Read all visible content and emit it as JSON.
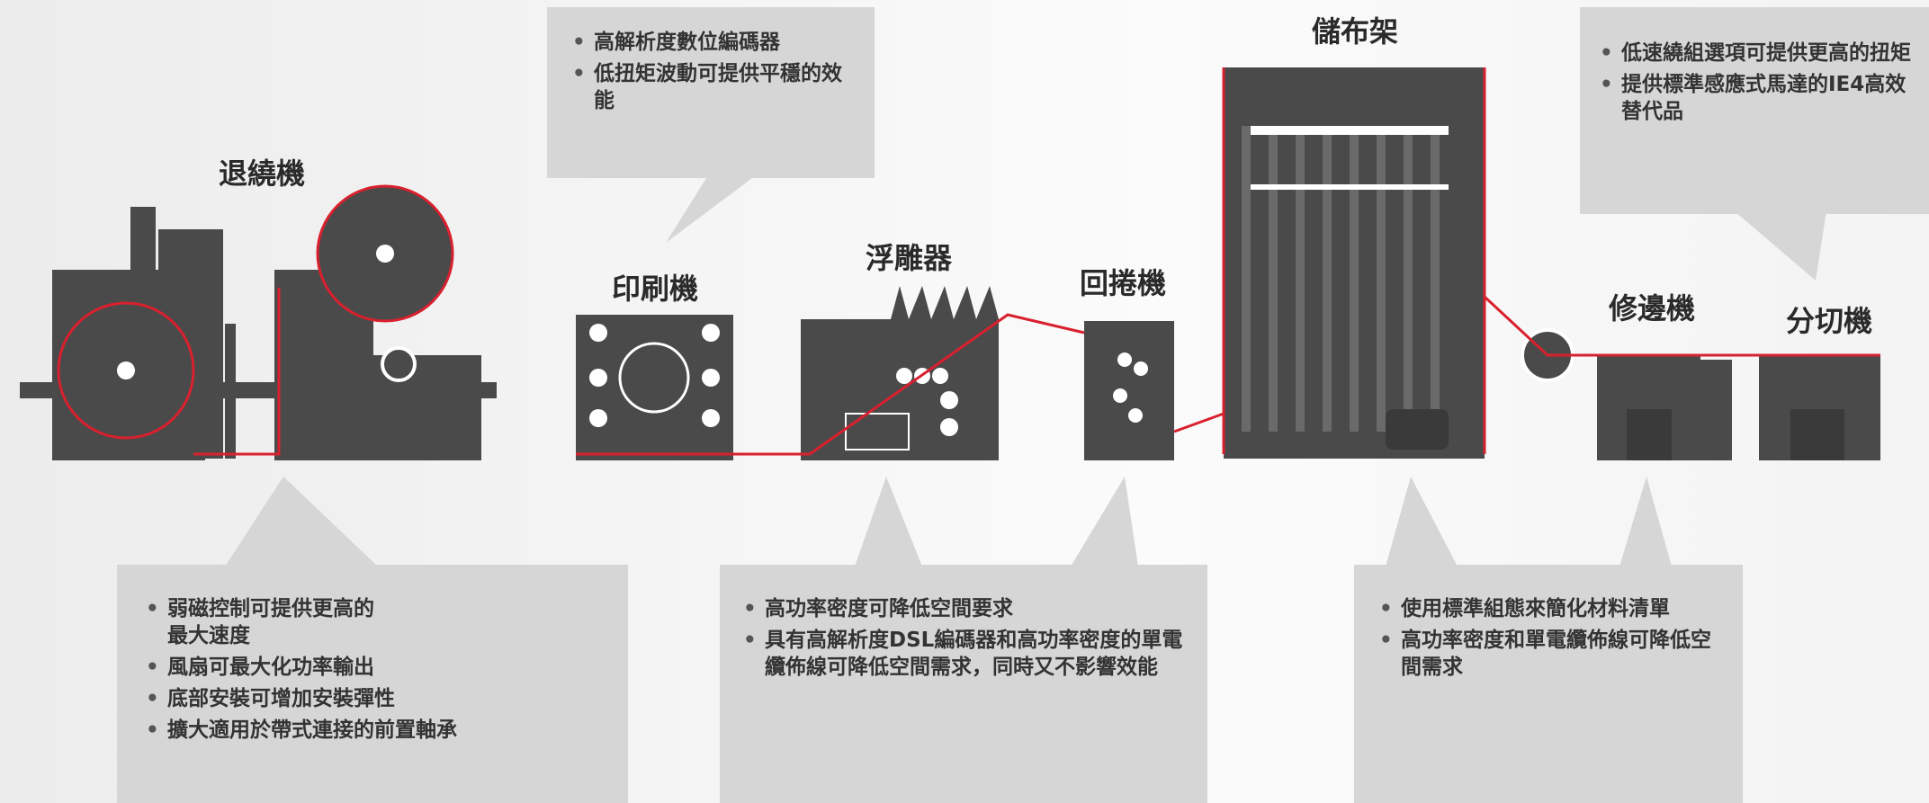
{
  "stations": [
    {
      "id": "unwinder",
      "label": "退繞機"
    },
    {
      "id": "printer",
      "label": "印刷機"
    },
    {
      "id": "embosser",
      "label": "浮雕器"
    },
    {
      "id": "rewinder",
      "label": "回捲機"
    },
    {
      "id": "accumulator",
      "label": "儲布架"
    },
    {
      "id": "trimmer",
      "label": "修邊機"
    },
    {
      "id": "slitter",
      "label": "分切機"
    }
  ],
  "callouts": {
    "top_printer": [
      "高解析度數位編碼器",
      "低扭矩波動可提供平穩的效能"
    ],
    "top_slitter": [
      "低速繞組選項可提供更高的扭矩",
      "提供標準感應式馬達的IE4高效替代品"
    ],
    "bottom_left": [
      "弱磁控制可提供更高的\n最大速度",
      "風扇可最大化功率輸出",
      "底部安裝可增加安裝彈性",
      "擴大適用於帶式連接的前置軸承"
    ],
    "bottom_center": [
      "高功率密度可降低空間要求",
      "具有高解析度DSL編碼器和高功率密度的單電纜佈線可降低空間需求，同時又不影響效能"
    ],
    "bottom_right": [
      "使用標準組態來簡化材料清單",
      "高功率密度和單電纜佈線可降低空間需求"
    ]
  },
  "colors": {
    "machine": "#4a4a4a",
    "web_line": "#d9202e",
    "callout_bg": "#d6d6d6",
    "text": "#2b2b2b"
  }
}
